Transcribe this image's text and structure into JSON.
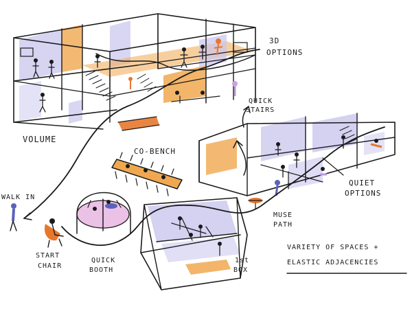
{
  "labels": {
    "options_3d_line1": "3D",
    "options_3d_line2": "OPTIONS",
    "volume": "VOLUME",
    "quick_stairs_line1": "QUICK",
    "quick_stairs_line2": "STAIRS",
    "co_bench": "CO-BENCH",
    "quiet_options_line1": "QUIET",
    "quiet_options_line2": "OPTIONS",
    "walk_in": "WALK IN",
    "muse_path_line1": "MUSE",
    "muse_path_line2": "PATH",
    "start_chair_line1": "START",
    "start_chair_line2": "CHAIR",
    "quick_booth_line1": "QUICK",
    "quick_booth_line2": "BOOTH",
    "first_box_line1": "1st",
    "first_box_line2": "BOX",
    "caption_line1": "VARIETY OF SPACES +",
    "caption_line2": "ELASTIC ADJACENCIES"
  },
  "colors": {
    "ink": "#1a1a1a",
    "orange": "#f0a850",
    "orange_strong": "#e8772e",
    "lavender": "#c9c5ee",
    "purple_accent": "#b59bd6",
    "pink": "#e7b6e2",
    "blue_accent": "#5b62b8"
  }
}
